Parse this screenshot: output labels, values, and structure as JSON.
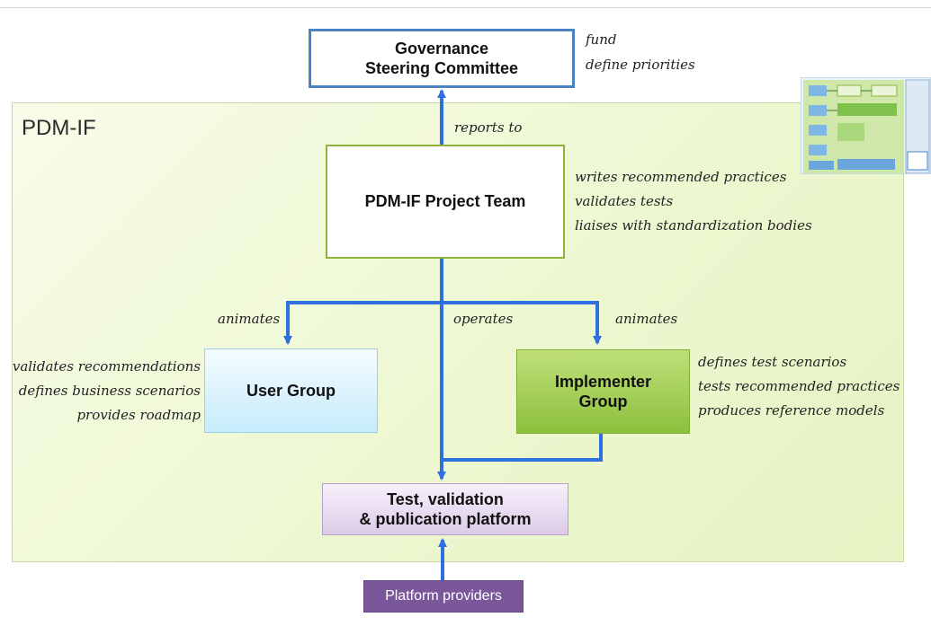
{
  "diagram": {
    "area_label": "PDM-IF",
    "nodes": {
      "governance": "Governance\nSteering Committee",
      "project_team": "PDM-IF Project Team",
      "user_group": "User Group",
      "implementer_group": "Implementer\nGroup",
      "platform": "Test, validation\n& publication platform",
      "providers": "Platform providers"
    },
    "notes": {
      "governance": [
        "fund",
        "define priorities"
      ],
      "project_team": [
        "writes recommended practices",
        "validates tests",
        "liaises with standardization bodies"
      ],
      "user_group": [
        "validates recommendations",
        "defines business scenarios",
        "provides roadmap"
      ],
      "implementer_group": [
        "defines test scenarios",
        "tests recommended practices",
        "produces reference models"
      ]
    },
    "edge_labels": {
      "reports_to": "reports to",
      "animates_user": "animates",
      "operates": "operates",
      "animates_impl": "animates"
    },
    "colors": {
      "arrow": "#2f6fe0",
      "area_fill": "#eef8d6",
      "governance_border": "#4b82c4",
      "project_border": "#8fb33b",
      "user_fill": "#c6ebfb",
      "implementer_fill": "#8dc03c",
      "platform_fill": "#dccbe8",
      "providers_fill": "#7a569a"
    }
  }
}
